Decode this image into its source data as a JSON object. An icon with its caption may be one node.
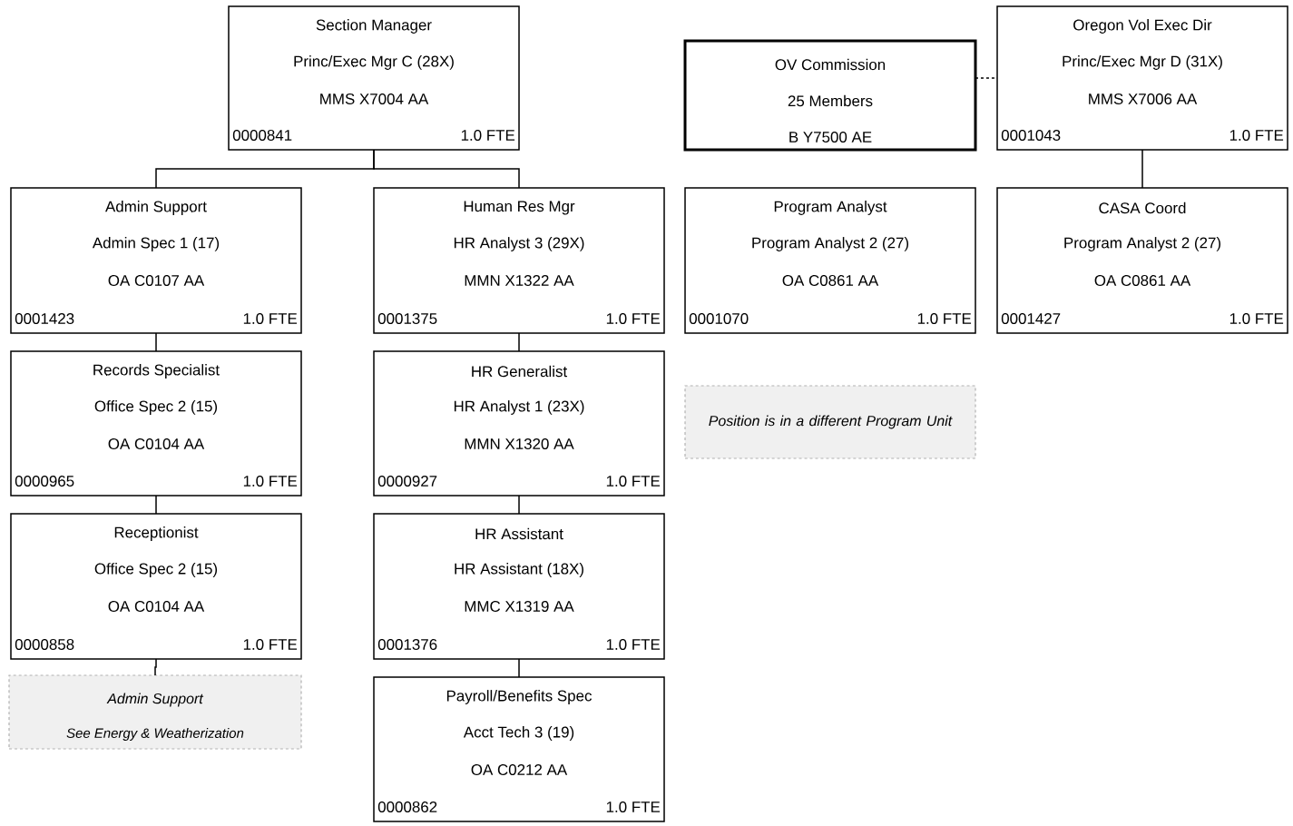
{
  "diagram": {
    "nodes": [
      {
        "text": [
          "Section Manager",
          "Princ/Exec Mgr C (28X)",
          "MMS X7004 AA",
          "0000841",
          "1.0 FTE"
        ]
      },
      {
        "text": [
          "OV Commission",
          "25 Members",
          "B Y7500 AE"
        ]
      },
      {
        "text": [
          "Oregon Vol Exec Dir",
          "Princ/Exec Mgr D (31X)",
          "MMS X7006 AA",
          "0001043",
          "1.0 FTE"
        ]
      },
      {
        "text": [
          "Admin Support",
          "Admin Spec 1 (17)",
          "OA C0107 AA",
          "0001423",
          "1.0 FTE"
        ]
      },
      {
        "text": [
          "Human Res Mgr",
          "HR Analyst 3 (29X)",
          "MMN X1322 AA",
          "0001375",
          "1.0 FTE"
        ]
      },
      {
        "text": [
          "Program Analyst",
          "Program Analyst 2 (27)",
          "OA C0861 AA",
          "0001070",
          "1.0 FTE"
        ]
      },
      {
        "text": [
          "CASA Coord",
          "Program Analyst 2 (27)",
          "OA C0861 AA",
          "0001427",
          "1.0 FTE"
        ]
      },
      {
        "text": [
          "Records Specialist",
          "Office Spec 2 (15)",
          "OA C0104 AA",
          "0000965",
          "1.0 FTE"
        ]
      },
      {
        "text": [
          "HR Generalist",
          "HR Analyst 1 (23X)",
          "MMN X1320 AA",
          "0000927",
          "1.0 FTE"
        ]
      },
      {
        "text": [
          "Position is in a different Program Unit"
        ]
      },
      {
        "text": [
          "Receptionist",
          "Office Spec 2 (15)",
          "OA C0104 AA",
          "0000858",
          "1.0 FTE"
        ]
      },
      {
        "text": [
          "HR Assistant",
          "HR Assistant (18X)",
          "MMC X1319 AA",
          "0001376",
          "1.0 FTE"
        ]
      },
      {
        "text": [
          "Admin Support",
          "See Energy & Weatherization"
        ]
      },
      {
        "text": [
          "Payroll/Benefits Spec",
          "Acct Tech 3 (19)",
          "OA C0212 AA",
          "0000862",
          "1.0 FTE"
        ]
      }
    ],
    "edges": [
      {
        "from": 0,
        "to": 3,
        "arrow": "none"
      },
      {
        "from": 0,
        "to": 4,
        "arrow": "none"
      },
      {
        "from": 1,
        "to": 2,
        "arrow": "none",
        "style": "dashed"
      },
      {
        "from": 2,
        "to": 6,
        "arrow": "none"
      },
      {
        "from": 3,
        "to": 7,
        "arrow": "none"
      },
      {
        "from": 7,
        "to": 10,
        "arrow": "none"
      },
      {
        "from": 10,
        "to": 12,
        "arrow": "none"
      },
      {
        "from": 4,
        "to": 8,
        "arrow": "none"
      },
      {
        "from": 8,
        "to": 11,
        "arrow": "none"
      },
      {
        "from": 11,
        "to": 13,
        "arrow": "none"
      }
    ]
  }
}
